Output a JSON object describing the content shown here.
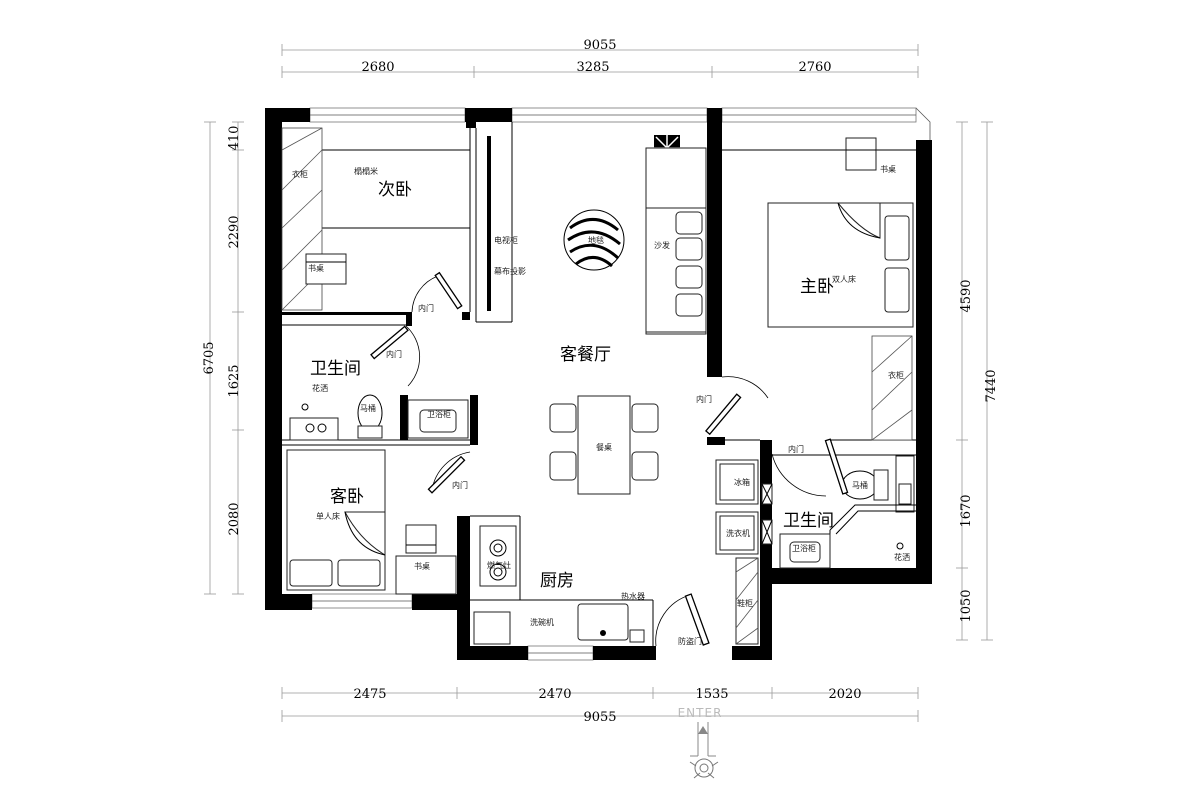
{
  "dimensions": {
    "top_total": "9055",
    "top_segments": [
      "2680",
      "3285",
      "2760"
    ],
    "bottom_segments": [
      "2475",
      "2470",
      "1535",
      "2020"
    ],
    "bottom_total": "9055",
    "left_total": "6705",
    "left_segments": [
      "410",
      "2290",
      "1625",
      "2080"
    ],
    "right_segments": [
      "4590",
      "1670",
      "1050"
    ],
    "right_total": "7440"
  },
  "rooms": {
    "second_bedroom": "次卧",
    "living_dining": "客餐厅",
    "master_bedroom": "主卧",
    "bathroom_left": "卫生间",
    "guest_bedroom": "客卧",
    "kitchen": "厨房",
    "bathroom_right": "卫生间"
  },
  "fixtures": {
    "wardrobe_2nd": "衣柜",
    "tatami": "榻榻米",
    "desk_2nd": "书桌",
    "tv_cabinet": "电视柜",
    "projection_screen": "幕布投影",
    "sofa": "沙发",
    "carpet": "地毯",
    "desk_master": "书桌",
    "double_bed": "双人床",
    "wardrobe_master": "衣柜",
    "inner_door_2nd": "内门",
    "inner_door_bath_left": "内门",
    "shower_left": "花洒",
    "toilet_left": "马桶",
    "vanity_left": "卫浴柜",
    "dining_table": "餐桌",
    "inner_door_master": "内门",
    "inner_door_guest": "内门",
    "single_bed": "单人床",
    "desk_guest": "书桌",
    "stove": "燃气灶",
    "dishwasher": "洗碗机",
    "water_heater": "热水器",
    "fridge": "冰箱",
    "washer": "洗衣机",
    "storage_cabinet": "鞋柜",
    "security_door": "防盗门",
    "inner_door_bath_right": "内门",
    "toilet_right": "马桶",
    "vanity_right": "卫浴柜",
    "shower_right": "花洒"
  },
  "entrance": "ENTER"
}
